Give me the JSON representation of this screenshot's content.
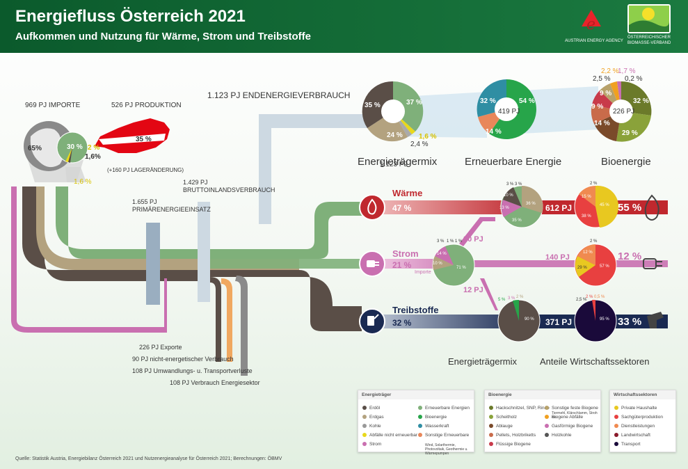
{
  "header": {
    "title": "Energiefluss Österreich 2021",
    "subtitle": "Aufkommen und Nutzung für Wärme, Strom und Treibstoffe",
    "aea_label": "AUSTRIAN ENERGY AGENCY",
    "biomasse_label_1": "ÖSTERREICHISCHER",
    "biomasse_label_2": "BIOMASSE-VERBAND"
  },
  "flows": {
    "importe": "969 PJ IMPORTE",
    "produktion": "526 PJ PRODUKTION",
    "lager": "(+160 PJ LAGERÄNDERUNG)",
    "primaer_1": "1.655 PJ",
    "primaer_2": "PRIMÄRENERGIEEINSATZ",
    "brutto_1": "1.429 PJ",
    "brutto_2": "BRUTTOINLANDSVERBRAUCH",
    "endverbrauch": "1.123 PJ ENDENERGIEVERBRAUCH",
    "exporte": "226 PJ Exporte",
    "nichtenerg": "90 PJ nicht-energetischer Verbrauch",
    "umwandlung": "108 PJ Umwandlungs- u. Transportverluste",
    "energiesektor": "108 PJ Verbrauch Energiesektor",
    "importe_small": "Importe"
  },
  "globe": {
    "pct_main": "65%",
    "pct_green": "30 %",
    "pct_yellow": "2 %",
    "pct_dark": "1,6%",
    "pct_bottom": "1,6 %"
  },
  "austria": {
    "pct": "35 %"
  },
  "top_pies": {
    "mix": {
      "caption": "Energieträgermix",
      "center": "1.123 PJ",
      "p1": "37 %",
      "p2": "35 %",
      "p3": "24 %",
      "p4": "1,6 %",
      "p5": "2,4 %"
    },
    "ee": {
      "caption": "Erneuerbare Energie",
      "center": "419 PJ",
      "p1": "54 %",
      "p2": "32 %",
      "p3": "14 %"
    },
    "bio": {
      "caption": "Bioenergie",
      "center": "226 PJ",
      "p1": "32 %",
      "p2": "29 %",
      "p3": "14 %",
      "p4": "9 %",
      "p5": "9 %",
      "p6": "2,5 %",
      "p7": "2,2 %",
      "p8": "1,7 %",
      "p9": "0,2 %"
    }
  },
  "sectors": {
    "waerme": {
      "label": "Wärme",
      "pct": "47 %",
      "pj": "612 PJ",
      "share": "55 %"
    },
    "strom": {
      "label": "Strom",
      "pct": "21 %",
      "pj": "140 PJ",
      "share": "12 %",
      "in_pj": "80 PJ",
      "out_pj": "12 PJ"
    },
    "treibstoffe": {
      "label": "Treibstoffe",
      "pct": "32 %",
      "pj": "371 PJ",
      "share": "33 %"
    }
  },
  "small_pies": {
    "w_mix": [
      "36 %",
      "35 %",
      "13 %",
      "10 %",
      "3 %",
      "3 %"
    ],
    "w_sec": [
      "45 %",
      "38 %",
      "15 %",
      "2 %"
    ],
    "s_mix": [
      "71 %",
      "14 %",
      "10 %",
      "3 %",
      "1 %",
      "1 %"
    ],
    "s_sec": [
      "57 %",
      "29 %",
      "12 %",
      "2 %"
    ],
    "t_mix": [
      "90 %",
      "5 %",
      "3 %",
      "2 %"
    ],
    "t_sec": [
      "95 %",
      "2,5 %",
      "2 %",
      "0,5 %"
    ]
  },
  "bottom_captions": {
    "mix": "Energieträgermix",
    "sectors": "Anteile Wirtschaftssektoren"
  },
  "legend": {
    "et": {
      "title": "Energieträger",
      "items": [
        {
          "label": "Erdöl",
          "color": "#5a4e47"
        },
        {
          "label": "Erdgas",
          "color": "#b3a27f"
        },
        {
          "label": "Kohle",
          "color": "#999999"
        },
        {
          "label": "Abfälle nicht erneuerbar",
          "color": "#e8d81c"
        },
        {
          "label": "Strom",
          "color": "#c96fb0"
        },
        {
          "label": "Erneuerbare Energien",
          "color": "#7fb07a"
        },
        {
          "label": "Bioenergie",
          "color": "#27a54a"
        },
        {
          "label": "Wasserkraft",
          "color": "#2f8ea3"
        },
        {
          "label": "Sonstige Erneuerbare",
          "color": "#e8875a"
        }
      ],
      "note": "Wind, Solarthermie, Photovoltaik, Geothermie u. Wärmepumpen"
    },
    "bio": {
      "title": "Bioenergie",
      "items": [
        {
          "label": "Hackschnitzel, SNP, Rinde",
          "color": "#6b7a2a"
        },
        {
          "label": "Scheitholz",
          "color": "#8aa23a"
        },
        {
          "label": "Ablauge",
          "color": "#7a4a2a"
        },
        {
          "label": "Pellets, Holzbriketts",
          "color": "#c96b4a"
        },
        {
          "label": "Flüssige Biogene",
          "color": "#c83a4a"
        },
        {
          "label": "Sonstige feste Biogene",
          "color": "#b8a26a"
        },
        {
          "label": "Biogene Abfälle",
          "color": "#f0a020"
        },
        {
          "label": "Gasförmige Biogene",
          "color": "#c96fb0"
        },
        {
          "label": "Holzkohle",
          "color": "#555555"
        }
      ],
      "note": "Tiermehl, Klärschlamm, Stroh etc."
    },
    "ws": {
      "title": "Wirtschaftssektoren",
      "items": [
        {
          "label": "Private Haushalte",
          "color": "#e8c820"
        },
        {
          "label": "Sachgüterproduktion",
          "color": "#e84040"
        },
        {
          "label": "Dienstleistungen",
          "color": "#f08a50"
        },
        {
          "label": "Landwirtschaft",
          "color": "#8a1a2a"
        },
        {
          "label": "Transport",
          "color": "#1a0a3a"
        }
      ]
    }
  },
  "source": "Quelle: Statistik Austria, Energiebilanz Österreich 2021 und Nutzenergieanalyse für Österreich 2021; Berechnungen: ÖBMV"
}
